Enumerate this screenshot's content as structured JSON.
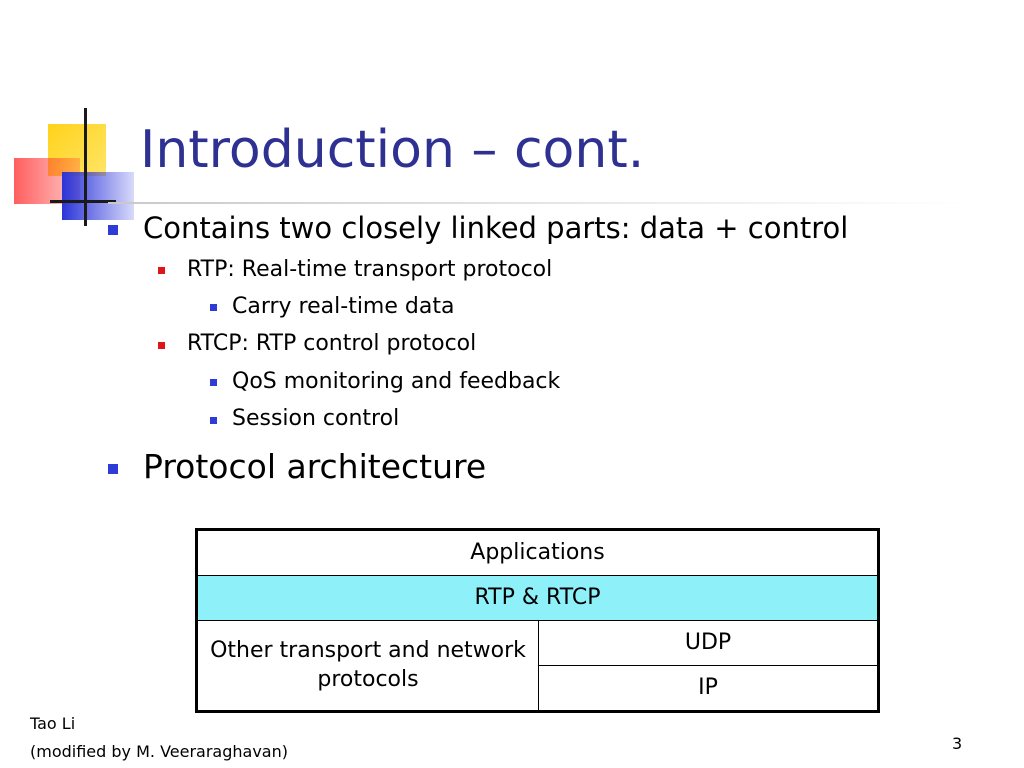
{
  "slide": {
    "title": "Introduction – cont.",
    "page_number": "3"
  },
  "bullets": [
    {
      "level": 1,
      "text": "Contains two closely linked parts: data + control"
    },
    {
      "level": 2,
      "text": "RTP: Real-time transport protocol"
    },
    {
      "level": 3,
      "text": "Carry real-time data"
    },
    {
      "level": 2,
      "text": "RTCP: RTP control protocol"
    },
    {
      "level": 3,
      "text": "QoS monitoring and feedback"
    },
    {
      "level": 3,
      "text": "Session control"
    },
    {
      "level": 1,
      "text": "Protocol architecture"
    }
  ],
  "architecture_table": {
    "row1": "Applications",
    "row2": "RTP & RTCP",
    "left_cell": "Other transport and network protocols",
    "udp": "UDP",
    "ip": "IP"
  },
  "footer": {
    "author": "Tao Li",
    "modified_by": "(modified by M. Veeraraghavan)"
  },
  "colors": {
    "title": "#2e3192",
    "level1_marker": "#2e3bd6",
    "level2_marker": "#e01515",
    "rtp_row_fill": "#8ef0f9"
  }
}
